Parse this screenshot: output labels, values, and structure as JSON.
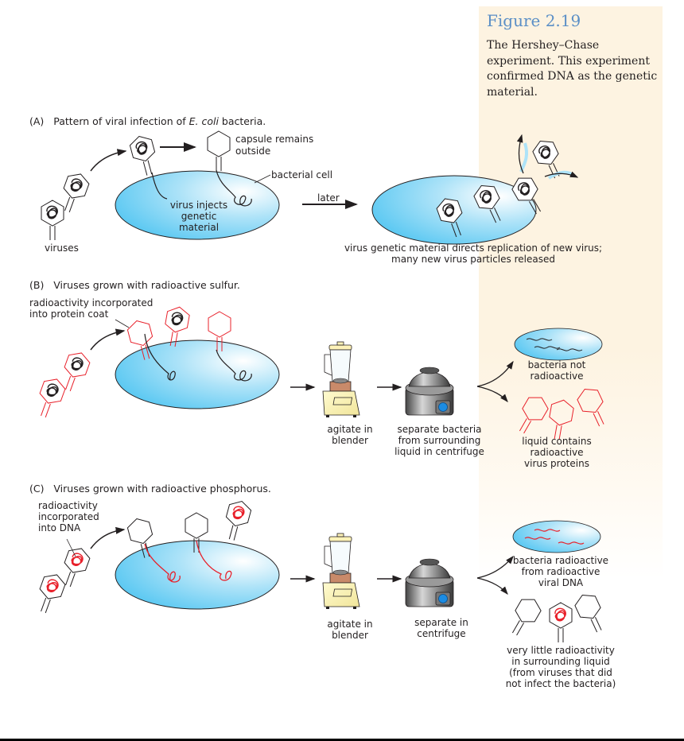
{
  "figure": {
    "number": "Figure 2.19",
    "caption": "The Hershey–Chase experiment. This experiment confirmed DNA as the genetic material."
  },
  "colors": {
    "accent_title": "#5b8fc6",
    "panel_bg": "#fdf3e1",
    "cell_fill": "#6ccff6",
    "radioactive": "#e8202a",
    "ink": "#231f20"
  },
  "panel_a": {
    "heading_prefix": "(A)",
    "heading_text": "Pattern of viral infection of ",
    "heading_italic": "E. coli",
    "heading_suffix": " bacteria.",
    "labels": {
      "capsule": "capsule remains",
      "capsule2": "outside",
      "bacterial_cell": "bacterial cell",
      "inject1": "virus injects",
      "inject2": "genetic",
      "inject3": "material",
      "later": "later",
      "viruses": "viruses",
      "result1": "virus genetic material directs replication of new virus;",
      "result2": "many new virus particles released"
    }
  },
  "panel_b": {
    "heading_prefix": "(B)",
    "heading_text": "Viruses grown with radioactive sulfur.",
    "labels": {
      "radio1": "radioactivity incorporated",
      "radio2": "into protein coat",
      "blender1": "agitate in",
      "blender2": "blender",
      "cent1": "separate bacteria",
      "cent2": "from surrounding",
      "cent3": "liquid in centrifuge",
      "bact1": "bacteria not",
      "bact2": "radioactive",
      "liq1": "liquid contains",
      "liq2": "radioactive",
      "liq3": "virus proteins"
    }
  },
  "panel_c": {
    "heading_prefix": "(C)",
    "heading_text": "Viruses grown with radioactive phosphorus.",
    "labels": {
      "radio1": "radioactivity",
      "radio2": "incorporated",
      "radio3": "into DNA",
      "blender1": "agitate in",
      "blender2": "blender",
      "cent1": "separate in",
      "cent2": "centrifuge",
      "bact1": "bacteria radioactive",
      "bact2": "from radioactive",
      "bact3": "viral DNA",
      "liq1": "very little radioactivity",
      "liq2": "in surrounding liquid",
      "liq3": "(from viruses that did",
      "liq4": "not infect the bacteria)"
    }
  }
}
